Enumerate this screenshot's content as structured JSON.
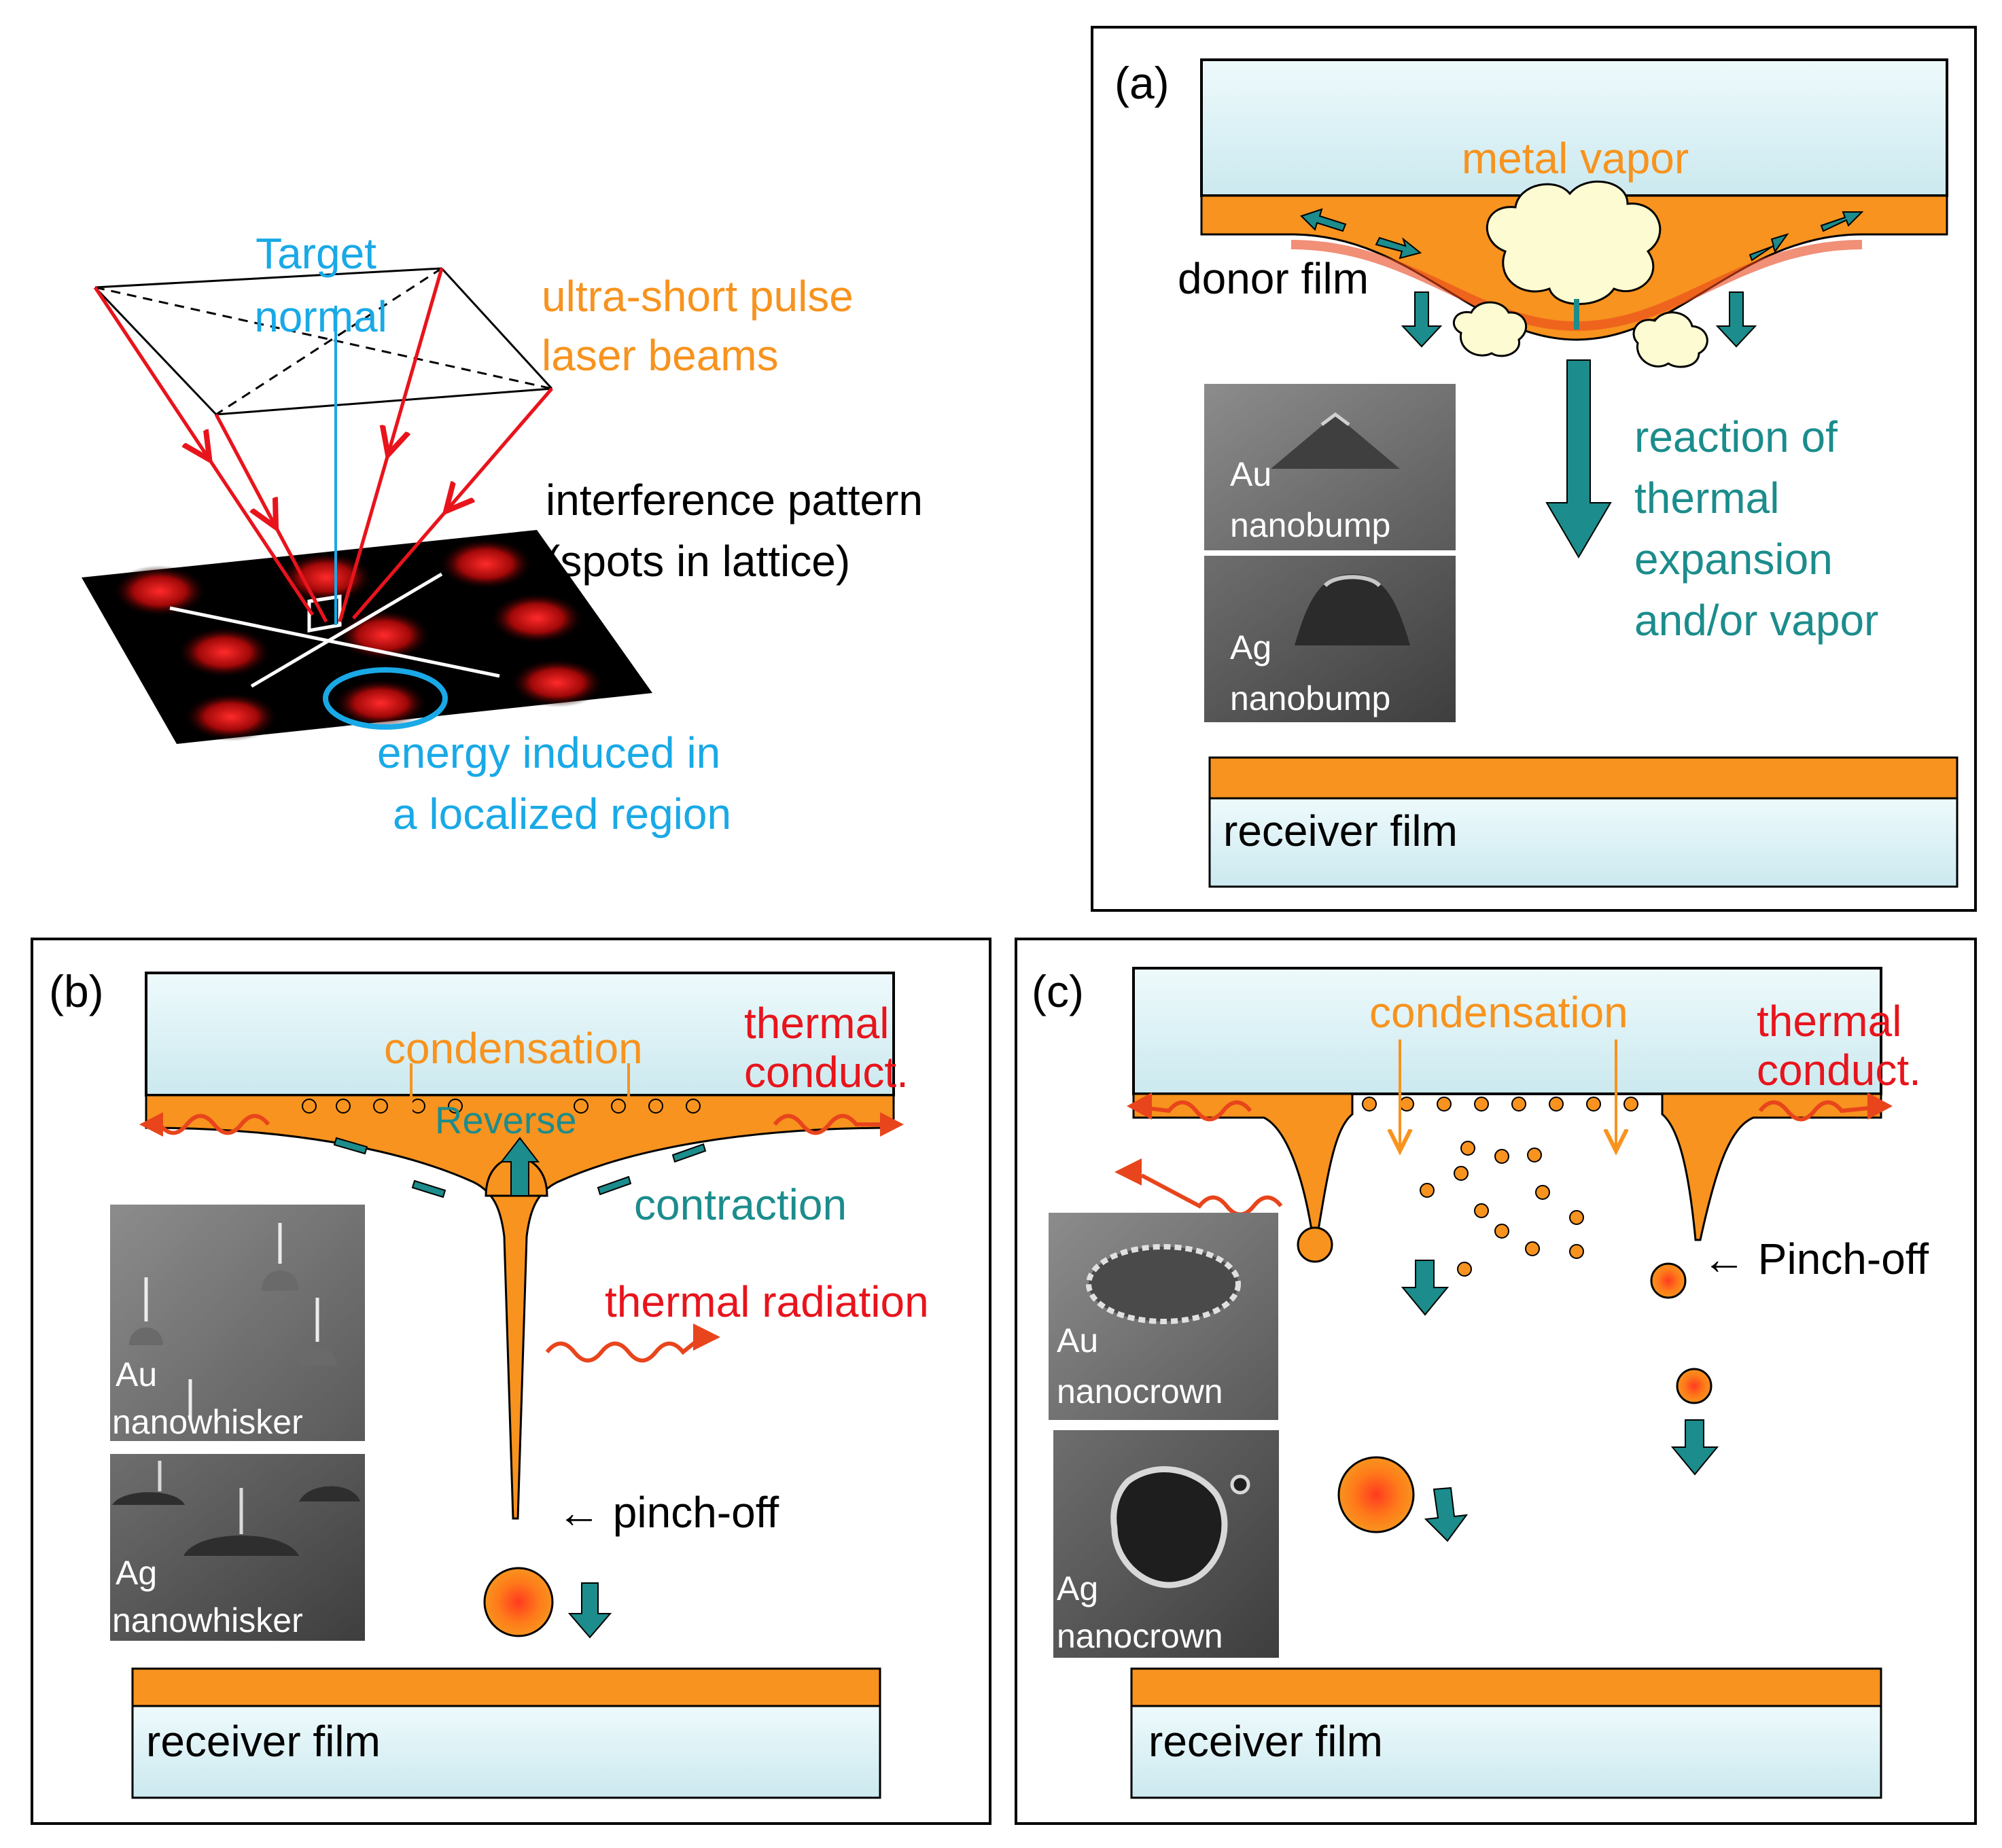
{
  "overview": {
    "target_normal": [
      "Target",
      "normal"
    ],
    "laser_beams": [
      "ultra-short pulse",
      "laser beams"
    ],
    "interference": [
      "interference pattern",
      "(spots in lattice)"
    ],
    "energy": [
      "energy induced in",
      "a localized region"
    ]
  },
  "panel_a": {
    "tag": "(a)",
    "metal_vapor": "metal vapor",
    "donor_film": "donor film",
    "reaction": [
      "reaction of",
      "thermal",
      "expansion",
      "and/or vapor"
    ],
    "sem_au": [
      "Au",
      "nanobump"
    ],
    "sem_ag": [
      "Ag",
      "nanobump"
    ],
    "receiver_film": "receiver film"
  },
  "panel_b": {
    "tag": "(b)",
    "condensation": "condensation",
    "thermal_conduct": [
      "thermal",
      "conduct."
    ],
    "reverse": "Reverse",
    "contraction": "contraction",
    "thermal_radiation": "thermal radiation",
    "pinch_off": "←  pinch-off",
    "sem_au": [
      "Au",
      "nanowhisker"
    ],
    "sem_ag": [
      "Ag",
      "nanowhisker"
    ],
    "receiver_film": "receiver film"
  },
  "panel_c": {
    "tag": "(c)",
    "condensation": "condensation",
    "thermal_conduct": [
      "thermal",
      "conduct."
    ],
    "pinch_off": "←  Pinch-off",
    "sem_au": [
      "Au",
      "nanocrown"
    ],
    "sem_ag": [
      "Ag",
      "nanocrown"
    ],
    "receiver_film": "receiver film"
  },
  "colors": {
    "laser": "#e8141c",
    "cyan": "#19a9e6",
    "orange": "#f7931e",
    "red_text": "#e8141c",
    "teal": "#1c8c8c",
    "film": "#f7931e",
    "substrate": "#dcf1f5"
  }
}
